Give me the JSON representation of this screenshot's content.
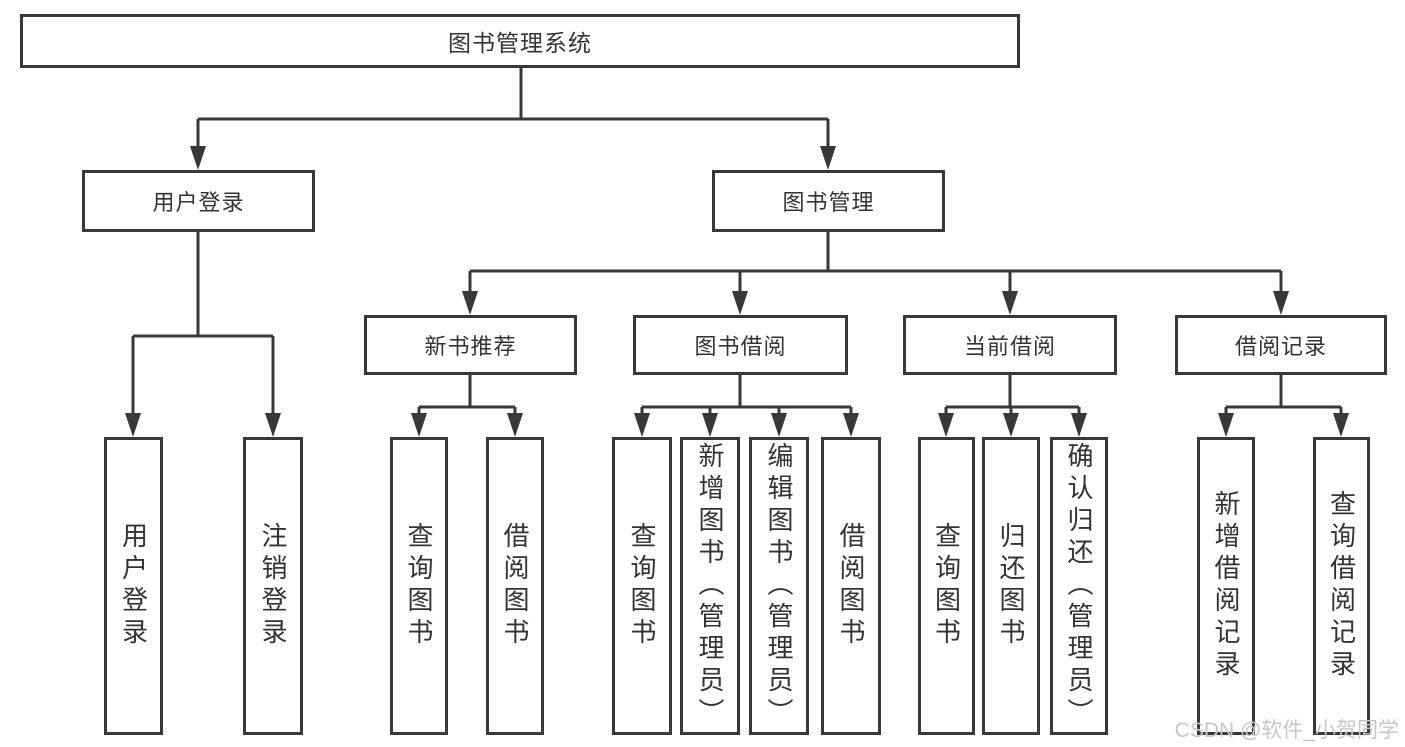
{
  "colors": {
    "line": "#383838",
    "box_border": "#383838",
    "text": "#333333",
    "box_background": "#ffffff",
    "watermark_text_color": "#c6c6c6",
    "page_background": "#ffffff"
  },
  "watermark": "CSDN @软件_小贺同学",
  "tree": {
    "root": {
      "label": "图书管理系统"
    },
    "user_login": {
      "label": "用户登录",
      "children": [
        {
          "label": "用户登录"
        },
        {
          "label": "注销登录"
        }
      ]
    },
    "book_management": {
      "label": "图书管理",
      "sections": [
        {
          "label": "新书推荐",
          "children": [
            {
              "label": "查询图书"
            },
            {
              "label": "借阅图书"
            }
          ]
        },
        {
          "label": "图书借阅",
          "children": [
            {
              "label": "查询图书"
            },
            {
              "label": "新增图书（管理员）"
            },
            {
              "label": "编辑图书（管理员）"
            },
            {
              "label": "借阅图书"
            }
          ]
        },
        {
          "label": "当前借阅",
          "children": [
            {
              "label": "查询图书"
            },
            {
              "label": "归还图书"
            },
            {
              "label": "确认归还（管理员）"
            }
          ]
        },
        {
          "label": "借阅记录",
          "children": [
            {
              "label": "新增借阅记录"
            },
            {
              "label": "查询借阅记录"
            }
          ]
        }
      ]
    }
  }
}
